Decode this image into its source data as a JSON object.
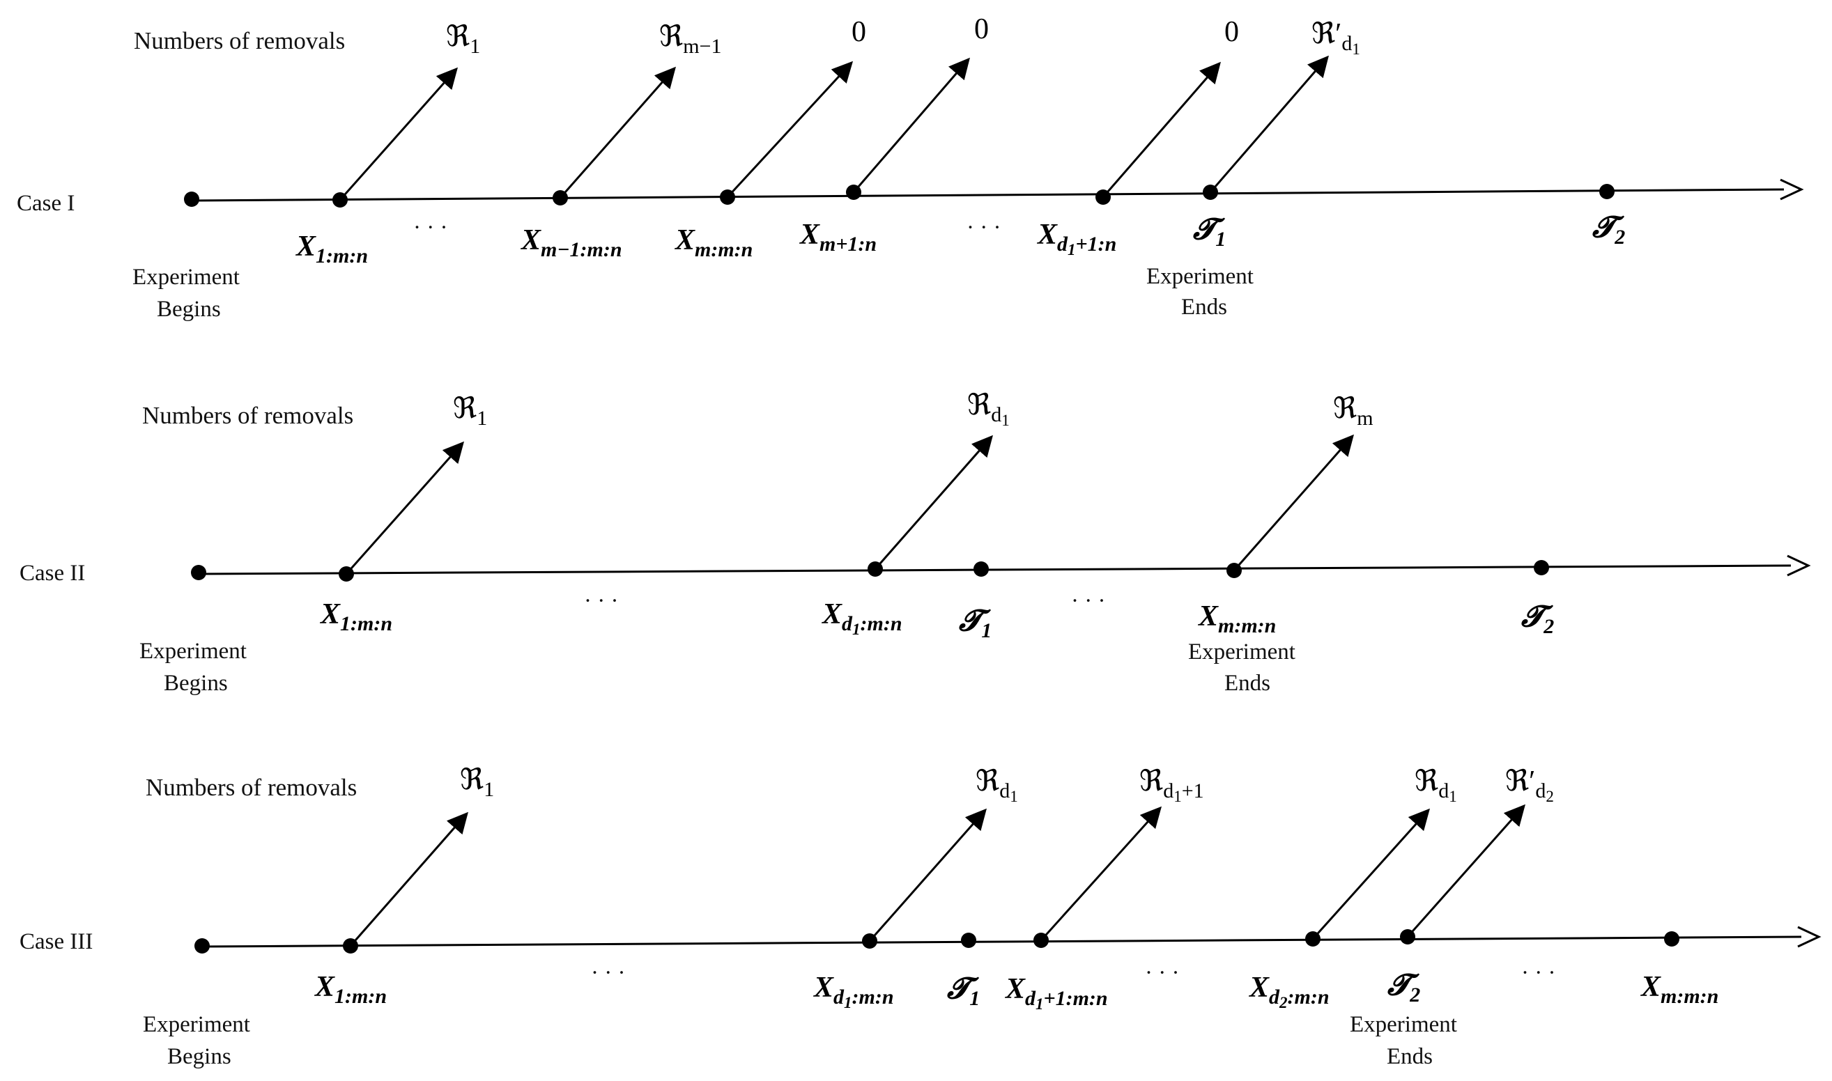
{
  "cases": [
    {
      "case_label": "Case  I",
      "removals_title": "Numbers of removals",
      "begin_text": [
        "Experiment",
        "Begins"
      ],
      "end_text": [
        "Experiment",
        "Ends"
      ],
      "ticks": [
        {
          "label": [
            [
              "X",
              ""
            ],
            [
              "1:m:n",
              "sub"
            ]
          ],
          "arrow_label": [
            [
              "ℜ",
              ""
            ],
            [
              "1",
              "sub"
            ]
          ]
        },
        {
          "label": [
            [
              "X",
              ""
            ],
            [
              "m−1:m:n",
              "sub"
            ]
          ],
          "arrow_label": [
            [
              "ℜ",
              ""
            ],
            [
              "m−1",
              "sub"
            ]
          ]
        },
        {
          "label": [
            [
              "X",
              ""
            ],
            [
              "m:m:n",
              "sub"
            ]
          ],
          "arrow_label": [
            [
              "0",
              ""
            ]
          ]
        },
        {
          "label": [
            [
              "X",
              ""
            ],
            [
              "m+1:n",
              "sub"
            ]
          ],
          "arrow_label": [
            [
              "0",
              ""
            ]
          ]
        },
        {
          "label": [
            [
              "X",
              ""
            ],
            [
              "d",
              "sub"
            ],
            [
              "1",
              "subsub"
            ],
            [
              "+1:n",
              "sub"
            ]
          ],
          "arrow_label": [
            [
              "0",
              ""
            ]
          ]
        },
        {
          "label": [
            [
              "𝓣",
              ""
            ],
            [
              "1",
              "sub"
            ]
          ],
          "arrow_label": [
            [
              "ℜ′",
              ""
            ],
            [
              "d",
              "sub"
            ],
            [
              "1",
              "subsub"
            ]
          ]
        },
        {
          "label": [
            [
              "𝓣",
              ""
            ],
            [
              "2",
              "sub"
            ]
          ]
        }
      ],
      "ellipses": [
        "· · ·",
        "· · ·"
      ]
    },
    {
      "case_label": "Case  II",
      "removals_title": "Numbers of removals",
      "begin_text": [
        "Experiment",
        "Begins"
      ],
      "end_text": [
        "Experiment",
        "Ends"
      ],
      "ticks": [
        {
          "label": [
            [
              "X",
              ""
            ],
            [
              "1:m:n",
              "sub"
            ]
          ],
          "arrow_label": [
            [
              "ℜ",
              ""
            ],
            [
              "1",
              "sub"
            ]
          ]
        },
        {
          "label": [
            [
              "X",
              ""
            ],
            [
              "d",
              "sub"
            ],
            [
              "1",
              "subsub"
            ],
            [
              ":m:n",
              "sub"
            ]
          ],
          "arrow_label": [
            [
              "ℜ",
              ""
            ],
            [
              "d",
              "sub"
            ],
            [
              "1",
              "subsub"
            ]
          ]
        },
        {
          "label": [
            [
              "𝓣",
              ""
            ],
            [
              "1",
              "sub"
            ]
          ]
        },
        {
          "label": [
            [
              "X",
              ""
            ],
            [
              "m:m:n",
              "sub"
            ]
          ],
          "arrow_label": [
            [
              "ℜ",
              ""
            ],
            [
              "m",
              "sub"
            ]
          ]
        },
        {
          "label": [
            [
              "𝓣",
              ""
            ],
            [
              "2",
              "sub"
            ]
          ]
        }
      ],
      "ellipses": [
        "· · ·",
        "· · ·"
      ]
    },
    {
      "case_label": "Case  III",
      "removals_title": "Numbers of removals",
      "begin_text": [
        "Experiment",
        "Begins"
      ],
      "end_text": [
        "Experiment",
        "Ends"
      ],
      "ticks": [
        {
          "label": [
            [
              "X",
              ""
            ],
            [
              "1:m:n",
              "sub"
            ]
          ],
          "arrow_label": [
            [
              "ℜ",
              ""
            ],
            [
              "1",
              "sub"
            ]
          ]
        },
        {
          "label": [
            [
              "X",
              ""
            ],
            [
              "d",
              "sub"
            ],
            [
              "1",
              "subsub"
            ],
            [
              ":m:n",
              "sub"
            ]
          ],
          "arrow_label": [
            [
              "ℜ",
              ""
            ],
            [
              "d",
              "sub"
            ],
            [
              "1",
              "subsub"
            ]
          ]
        },
        {
          "label": [
            [
              "𝓣",
              ""
            ],
            [
              "1",
              "sub"
            ]
          ]
        },
        {
          "label": [
            [
              "X",
              ""
            ],
            [
              "d",
              "sub"
            ],
            [
              "1",
              "subsub"
            ],
            [
              "+1:m:n",
              "sub"
            ]
          ],
          "arrow_label": [
            [
              "ℜ",
              ""
            ],
            [
              "d",
              "sub"
            ],
            [
              "1",
              "subsub"
            ],
            [
              "+1",
              "sub"
            ]
          ]
        },
        {
          "label": [
            [
              "X",
              ""
            ],
            [
              "d",
              "sub"
            ],
            [
              "2",
              "subsub"
            ],
            [
              ":m:n",
              "sub"
            ]
          ],
          "arrow_label": [
            [
              "ℜ",
              ""
            ],
            [
              "d",
              "sub"
            ],
            [
              "1",
              "subsub"
            ]
          ]
        },
        {
          "label": [
            [
              "𝓣",
              ""
            ],
            [
              "2",
              "sub"
            ]
          ],
          "arrow_label": [
            [
              "ℜ′",
              ""
            ],
            [
              "d",
              "sub"
            ],
            [
              "2",
              "subsub"
            ]
          ]
        },
        {
          "label": [
            [
              "X",
              ""
            ],
            [
              "m:m:n",
              "sub"
            ]
          ]
        }
      ],
      "ellipses": [
        "· · ·",
        "· · ·",
        "· · ·"
      ]
    }
  ]
}
